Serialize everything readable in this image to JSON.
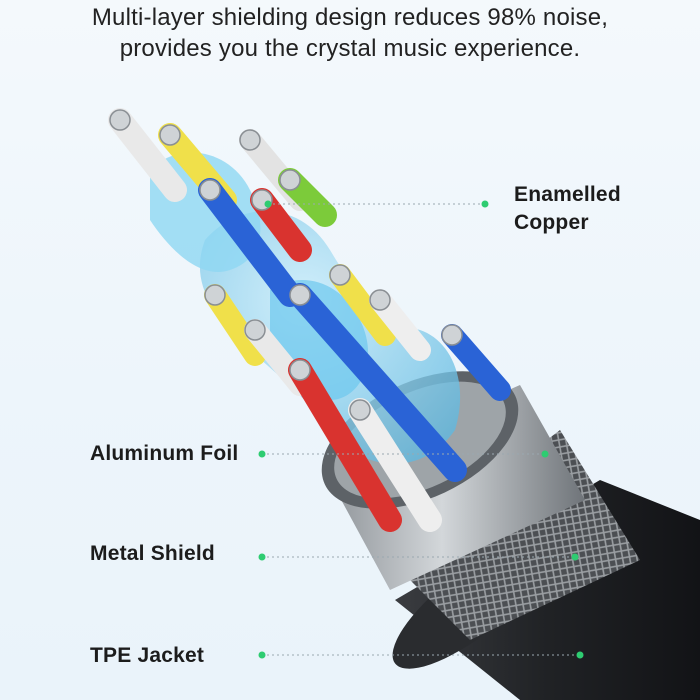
{
  "headline": {
    "line1": "Multi-layer shielding design reduces 98% noise,",
    "line2": "provides you the crystal music experience."
  },
  "callouts": {
    "enamelled_copper": {
      "line1": "Enamelled",
      "line2": "Copper"
    },
    "aluminum_foil": "Aluminum Foil",
    "metal_shield": "Metal Shield",
    "tpe_jacket": "TPE Jacket"
  },
  "colors": {
    "background": "#eef5fb",
    "dot_green": "#2ecc71",
    "leader_line": "#9aa8b0",
    "wire_white": "#eeeeee",
    "wire_yellow": "#f0e04a",
    "wire_blue": "#2a63d6",
    "wire_red": "#d9332f",
    "wire_green": "#7ccb3a",
    "transparent_sheath": "#7fd0f0",
    "jacket": "#2b2d30",
    "foil": "#b7bcc0"
  }
}
